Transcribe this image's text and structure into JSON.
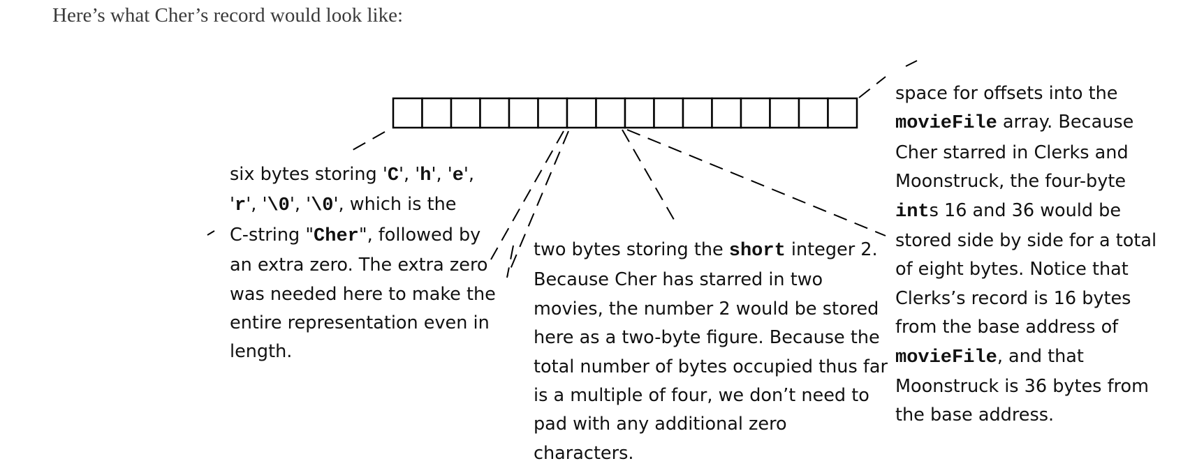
{
  "intro": "Here’s what Cher’s record would look like:",
  "record": {
    "byte_count": 16
  },
  "captions": {
    "left": [
      [
        {
          "t": "six bytes storing '"
        },
        {
          "t": "C",
          "m": 1
        },
        {
          "t": "', '"
        },
        {
          "t": "h",
          "m": 1
        },
        {
          "t": "', '"
        },
        {
          "t": "e",
          "m": 1
        },
        {
          "t": "',"
        }
      ],
      [
        {
          "t": "'"
        },
        {
          "t": "r",
          "m": 1
        },
        {
          "t": "', '"
        },
        {
          "t": "\\0",
          "m": 1
        },
        {
          "t": "', '"
        },
        {
          "t": "\\0",
          "m": 1
        },
        {
          "t": "', which is the"
        }
      ],
      [
        {
          "t": "C-string \""
        },
        {
          "t": "Cher",
          "m": 1
        },
        {
          "t": "\", followed by"
        }
      ],
      [
        {
          "t": "an extra zero.  The extra zero"
        }
      ],
      [
        {
          "t": "was needed here to make the"
        }
      ],
      [
        {
          "t": "entire representation even in"
        }
      ],
      [
        {
          "t": "length."
        }
      ]
    ],
    "middle": [
      [
        {
          "t": "two bytes storing the "
        },
        {
          "t": "short",
          "m": 1
        },
        {
          "t": " integer 2."
        }
      ],
      [
        {
          "t": "Because Cher has starred in two"
        }
      ],
      [
        {
          "t": "movies, the number 2 would be stored"
        }
      ],
      [
        {
          "t": "here as a two-byte figure.  Because the"
        }
      ],
      [
        {
          "t": "total number of bytes occupied thus far"
        }
      ],
      [
        {
          "t": "is a multiple of four, we don’t need to"
        }
      ],
      [
        {
          "t": "pad with any additional zero"
        }
      ],
      [
        {
          "t": "characters."
        }
      ]
    ],
    "right": [
      [
        {
          "t": "space for offsets into the"
        }
      ],
      [
        {
          "t": "movieFile",
          "m": 1
        },
        {
          "t": " array.  Because"
        }
      ],
      [
        {
          "t": "Cher starred in Clerks and"
        }
      ],
      [
        {
          "t": "Moonstruck, the four-byte"
        }
      ],
      [
        {
          "t": "int",
          "m": 1
        },
        {
          "t": "s 16 and 36 would be"
        }
      ],
      [
        {
          "t": "stored side by side for a total"
        }
      ],
      [
        {
          "t": "of eight bytes.  Notice that"
        }
      ],
      [
        {
          "t": "Clerks’s record is 16 bytes"
        }
      ],
      [
        {
          "t": "from the base address of"
        }
      ],
      [
        {
          "t": "movieFile",
          "m": 1
        },
        {
          "t": ", and that"
        }
      ],
      [
        {
          "t": "Moonstruck is 36 bytes from"
        }
      ],
      [
        {
          "t": "the base address."
        }
      ]
    ]
  }
}
